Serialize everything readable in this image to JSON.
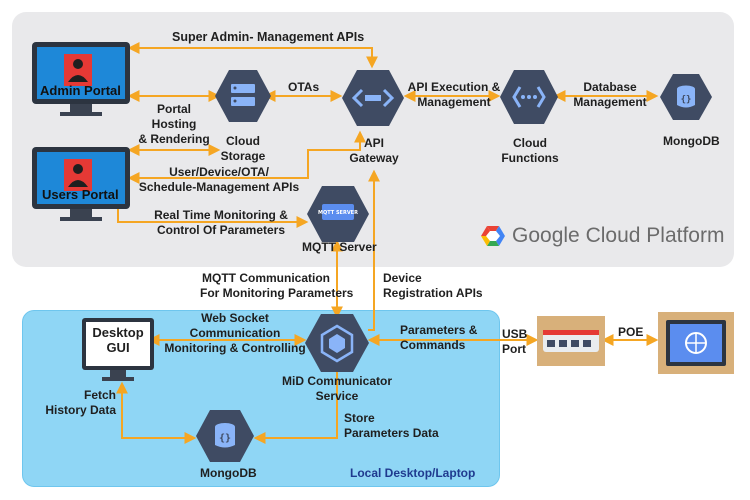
{
  "regions": {
    "gcp_label": "Google Cloud Platform",
    "gcp_label_google": "Google",
    "gcp_label_rest": "Cloud Platform",
    "local_label": "Local Desktop/Laptop"
  },
  "nodes": {
    "admin_portal": "Admin Portal",
    "users_portal": "Users Portal",
    "cloud_storage": [
      "Cloud",
      "Storage"
    ],
    "api_gateway": [
      "API",
      "Gateway"
    ],
    "cloud_functions": [
      "Cloud",
      "Functions"
    ],
    "mongodb_cloud": "MongoDB",
    "mqtt_server": "MQTT Server",
    "mqtt_badge": "MQTT SERVER",
    "desktop_gui": [
      "Desktop",
      "GUI"
    ],
    "mid_service": [
      "MiD Communicator",
      "Service"
    ],
    "mongodb_local": "MongoDB"
  },
  "edges": {
    "super_admin": "Super Admin- Management APIs",
    "portal_hosting": [
      "Portal",
      "Hosting",
      "& Rendering"
    ],
    "otas": "OTAs",
    "api_execution": [
      "API Execution &",
      "Management"
    ],
    "database_mgmt": [
      "Database",
      "Management"
    ],
    "user_device": [
      "User/Device/OTA/",
      "Schedule-Management APIs"
    ],
    "realtime": [
      "Real Time Monitoring &",
      "Control Of Parameters"
    ],
    "mqtt_comm": [
      "MQTT Communication",
      "For Monitoring Parameters"
    ],
    "device_reg": [
      "Device",
      "Registration APIs"
    ],
    "websocket": [
      "Web Socket",
      "Communication",
      "Monitoring & Controlling"
    ],
    "params_cmds": [
      "Parameters &",
      "Commands"
    ],
    "usb_port": [
      "USB",
      "Port"
    ],
    "poe": "POE",
    "fetch_history": [
      "Fetch",
      "History Data"
    ],
    "store_params": [
      "Store",
      "Parameters Data"
    ]
  },
  "colors": {
    "arrow": "#f5a623",
    "hex_dark": "#3f4b63",
    "hex_icon": "#5b8def",
    "gcp_bg": "#e9e9eb",
    "local_bg": "#8fd6f5",
    "monitor_blue": "#1e88d8"
  }
}
